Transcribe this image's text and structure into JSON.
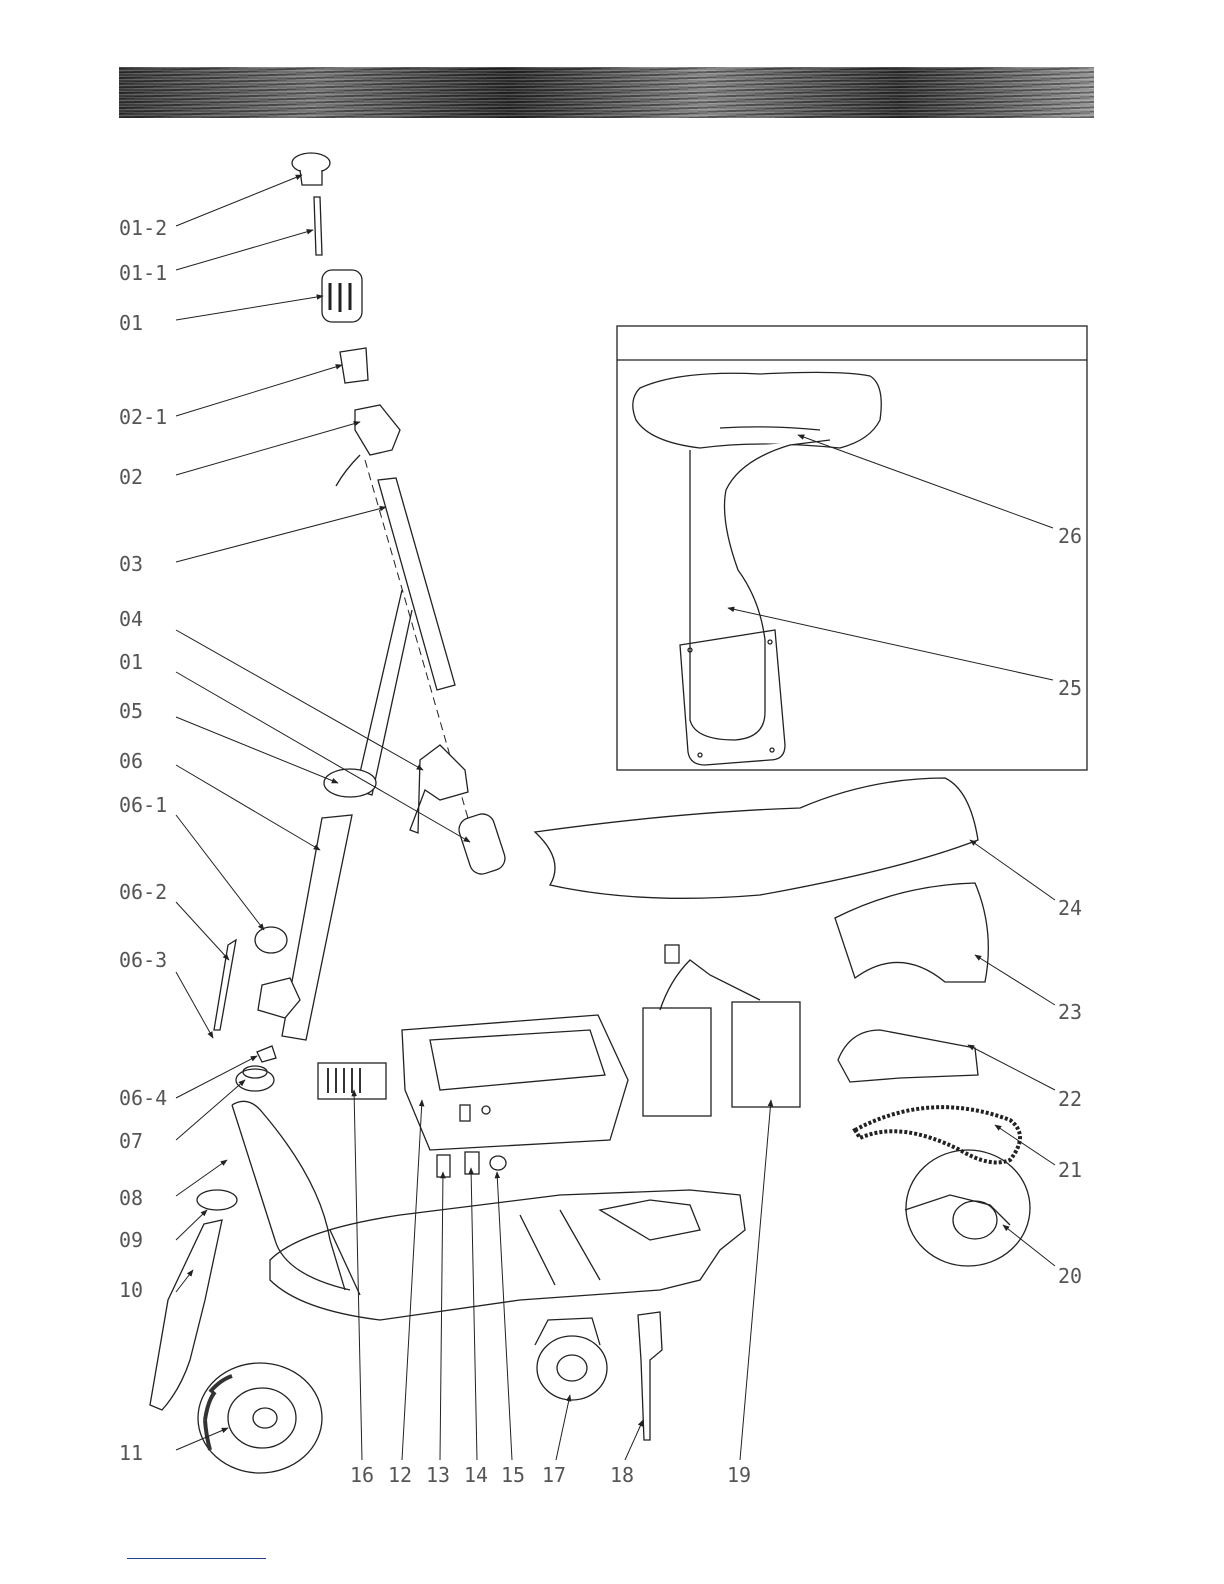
{
  "banner": {
    "style": "brushed-metal",
    "colors": [
      "#2c2c2c",
      "#9a9a9a"
    ]
  },
  "labels": {
    "l01_2": "01-2",
    "l01_1": "01-1",
    "l01a": "01",
    "l02_1": "02-1",
    "l02": "02",
    "l03": "03",
    "l04": "04",
    "l01b": "01",
    "l05": "05",
    "l06": "06",
    "l06_1": "06-1",
    "l06_2": "06-2",
    "l06_3": "06-3",
    "l06_4": "06-4",
    "l07": "07",
    "l08": "08",
    "l09": "09",
    "l10": "10",
    "l11": "11",
    "l16": "16",
    "l12": "12",
    "l13": "13",
    "l14": "14",
    "l15": "15",
    "l17": "17",
    "l18": "18",
    "l19": "19",
    "l20": "20",
    "l21": "21",
    "l22": "22",
    "l23": "23",
    "l24": "24",
    "l25": "25",
    "l26": "26"
  }
}
